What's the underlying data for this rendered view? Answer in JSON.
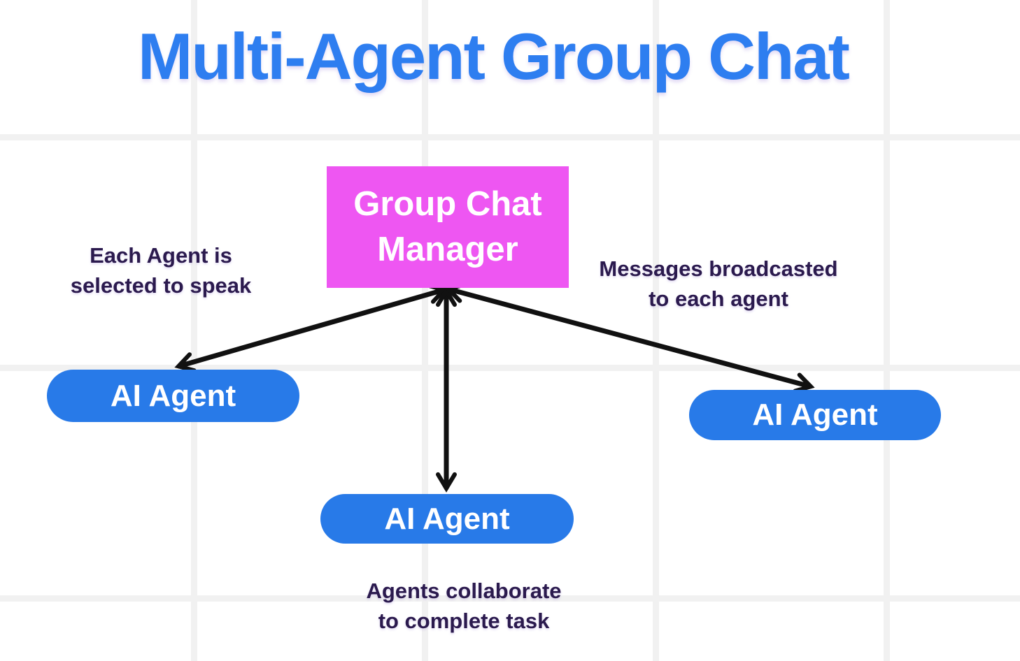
{
  "title": "Multi-Agent Group Chat",
  "manager_box": {
    "label": "Group Chat Manager"
  },
  "agents": [
    {
      "id": "ai-agent-left",
      "label": "AI Agent"
    },
    {
      "id": "ai-agent-middle",
      "label": "AI Agent"
    },
    {
      "id": "ai-agent-right",
      "label": "AI Agent"
    }
  ],
  "captions": {
    "left": {
      "lines": [
        "Each Agent is",
        "selected to speak"
      ]
    },
    "right": {
      "lines": [
        "Messages broadcasted",
        "to each agent"
      ]
    },
    "bottom": {
      "lines": [
        "Agents collaborate",
        "to complete task"
      ]
    }
  },
  "connections": [
    {
      "from": "group-chat-manager",
      "to": "ai-agent-left",
      "bidirectional": true
    },
    {
      "from": "group-chat-manager",
      "to": "ai-agent-middle",
      "bidirectional": true
    },
    {
      "from": "group-chat-manager",
      "to": "ai-agent-right",
      "bidirectional": true
    }
  ],
  "colors": {
    "title_blue": "#2e7ef0",
    "agent_blue": "#287ae8",
    "manager_pink": "#ee56f2",
    "caption_dark": "#2b1a4e",
    "arrow_black": "#111111",
    "grid_gray": "#f1f1f1"
  }
}
